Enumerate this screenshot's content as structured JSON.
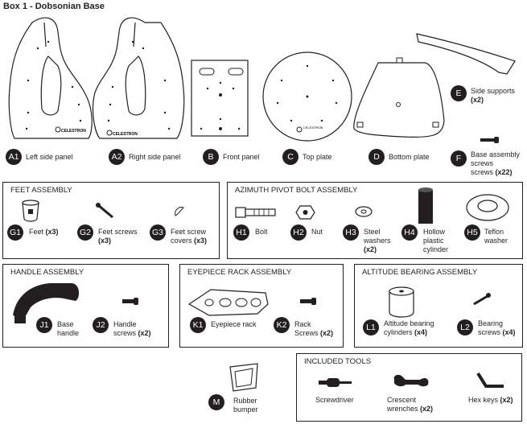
{
  "title": "Box 1 - Dobsonian Base",
  "brand_mark": "CELESTRON",
  "parts": {
    "A1": {
      "code": "A1",
      "label": "Left side panel"
    },
    "A2": {
      "code": "A2",
      "label": "Right side panel"
    },
    "B": {
      "code": "B",
      "label": "Front panel"
    },
    "C": {
      "code": "C",
      "label": "Top plate"
    },
    "D": {
      "code": "D",
      "label": "Bottom plate"
    },
    "E": {
      "code": "E",
      "label": "Side supports",
      "qty": "(x2)"
    },
    "F": {
      "code": "F",
      "label": "Base assembly screws",
      "qty": "(x22)"
    }
  },
  "feet_assembly": {
    "title": "FEET ASSEMBLY",
    "G1": {
      "code": "G1",
      "label": "Feet",
      "qty": "(x3)"
    },
    "G2": {
      "code": "G2",
      "label": "Feet screws",
      "qty": "(x3)"
    },
    "G3": {
      "code": "G3",
      "label": "Feet screw covers",
      "qty": "(x3)"
    }
  },
  "azimuth_assembly": {
    "title": "AZIMUTH PIVOT BOLT ASSEMBLY",
    "H1": {
      "code": "H1",
      "label": "Bolt"
    },
    "H2": {
      "code": "H2",
      "label": "Nut"
    },
    "H3": {
      "code": "H3",
      "label": "Steel washers",
      "qty": "(x2)"
    },
    "H4": {
      "code": "H4",
      "label": "Hollow plastic cylinder"
    },
    "H5": {
      "code": "H5",
      "label": "Teflon washer"
    }
  },
  "handle_assembly": {
    "title": "HANDLE ASSEMBLY",
    "J1": {
      "code": "J1",
      "label": "Base handle"
    },
    "J2": {
      "code": "J2",
      "label": "Handle screws",
      "qty": "(x2)"
    }
  },
  "eyepiece_assembly": {
    "title": "EYEPIECE RACK ASSEMBLY",
    "K1": {
      "code": "K1",
      "label": "Eyepiece rack"
    },
    "K2": {
      "code": "K2",
      "label": "Rack Screws",
      "qty": "(x2)"
    }
  },
  "altitude_assembly": {
    "title": "ALTITUDE BEARING ASSEMBLY",
    "L1": {
      "code": "L1",
      "label": "Altitude bearing cylinders",
      "qty": "(x4)"
    },
    "L2": {
      "code": "L2",
      "label": "Bearing screws",
      "qty": "(x4)"
    }
  },
  "rubber_bumper": {
    "code": "M",
    "label": "Rubber bumper"
  },
  "tools": {
    "title": "INCLUDED TOOLS",
    "screwdriver": {
      "label": "Screwdriver"
    },
    "wrenches": {
      "label": "Crescent wrenches",
      "qty": "(x2)"
    },
    "hexkeys": {
      "label": "Hex keys",
      "qty": "(x2)"
    }
  }
}
